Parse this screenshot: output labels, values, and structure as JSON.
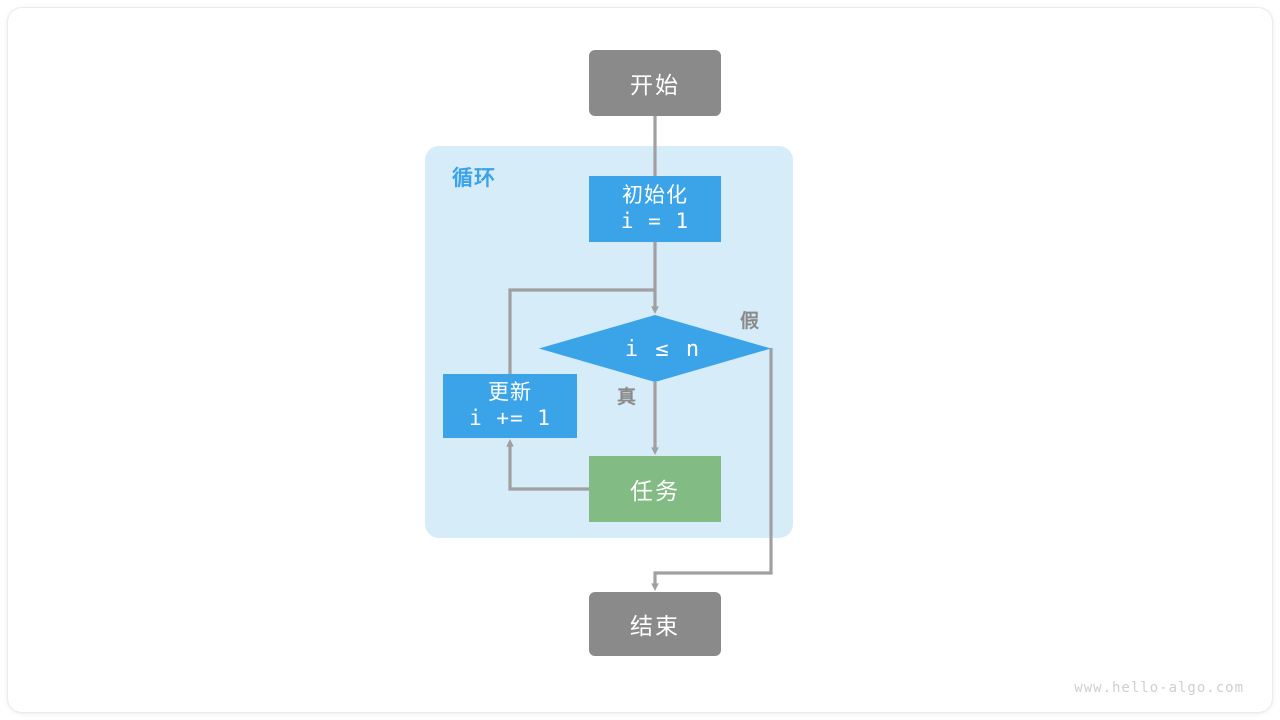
{
  "diagram": {
    "title": "for-loop-flowchart",
    "watermark": "www.hello-algo.com",
    "colors": {
      "terminal": "#8a8a8a",
      "process": "#3ba3e8",
      "task": "#83bb85",
      "loop_container": "#d6ecf9",
      "loop_label": "#3ba3e8",
      "edge": "#a0a0a0",
      "canvas": "#ffffff",
      "text_on_node": "#ffffff",
      "watermark": "#cfcfcf"
    },
    "loop_container": {
      "label": "循环"
    },
    "nodes": {
      "start": {
        "label": "开始",
        "type": "terminal"
      },
      "init": {
        "line1": "初始化",
        "line2": "i = 1",
        "type": "process"
      },
      "condition": {
        "label": "i ≤ n",
        "type": "decision"
      },
      "update": {
        "line1": "更新",
        "line2": "i += 1",
        "type": "process"
      },
      "task": {
        "label": "任务",
        "type": "task"
      },
      "end": {
        "label": "结束",
        "type": "terminal"
      }
    },
    "branch_labels": {
      "true": "真",
      "false": "假"
    }
  }
}
